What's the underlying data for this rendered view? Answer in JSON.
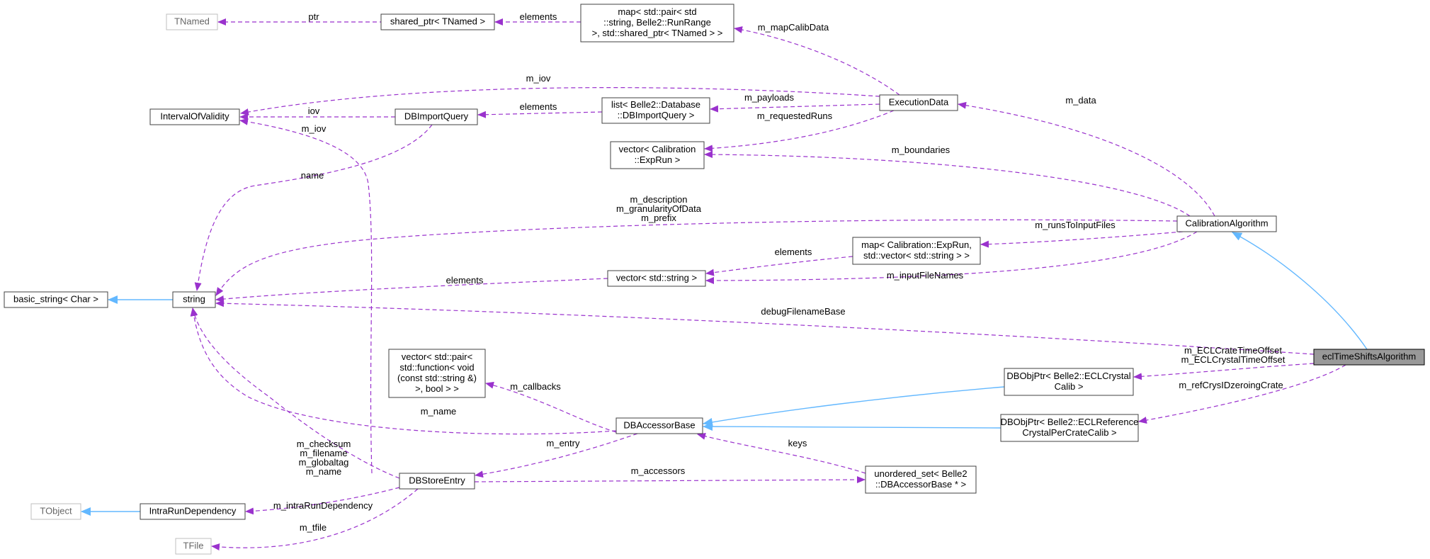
{
  "diagram": {
    "colors": {
      "usage": "#9a32cd",
      "inheritance": "#63b8ff",
      "focus_node": "#999999",
      "external_node_border": "#bfbfbf"
    },
    "nodes": {
      "TNamed": [
        "TNamed"
      ],
      "shared_ptr": [
        "shared_ptr< TNamed >"
      ],
      "map_runrange": [
        "map< std::pair< std",
        "::string, Belle2::RunRange",
        ">, std::shared_ptr< TNamed > >"
      ],
      "IntervalOfValidity": [
        "IntervalOfValidity"
      ],
      "DBImportQuery": [
        "DBImportQuery"
      ],
      "list_dbimport": [
        "list< Belle2::Database",
        "::DBImportQuery >"
      ],
      "ExecutionData": [
        "ExecutionData"
      ],
      "vector_exprun": [
        "vector< Calibration",
        "::ExpRun >"
      ],
      "CalibrationAlgorithm": [
        "CalibrationAlgorithm"
      ],
      "map_exprun": [
        "map< Calibration::ExpRun,",
        "std::vector< std::string > >"
      ],
      "vector_string": [
        "vector< std::string >"
      ],
      "basic_string": [
        "basic_string< Char >"
      ],
      "string": [
        "string"
      ],
      "eclTimeShiftsAlgorithm": [
        "eclTimeShiftsAlgorithm"
      ],
      "vector_pair_function": [
        "vector< std::pair<",
        "std::function< void",
        "(const std::string &)",
        ">, bool > >"
      ],
      "DBObjPtr_crystal": [
        "DBObjPtr< Belle2::ECLCrystal",
        "Calib >"
      ],
      "DBObjPtr_reference": [
        "DBObjPtr< Belle2::ECLReference",
        "CrystalPerCrateCalib >"
      ],
      "DBAccessorBase": [
        "DBAccessorBase"
      ],
      "unordered_set": [
        "unordered_set< Belle2",
        "::DBAccessorBase * >"
      ],
      "DBStoreEntry": [
        "DBStoreEntry"
      ],
      "TObject": [
        "TObject"
      ],
      "IntraRunDependency": [
        "IntraRunDependency"
      ],
      "TFile": [
        "TFile"
      ]
    },
    "edge_labels": {
      "ptr": [
        "ptr"
      ],
      "elements_shared": [
        "elements"
      ],
      "m_mapCalibData": [
        "m_mapCalibData"
      ],
      "m_iov_exec": [
        "m_iov"
      ],
      "iov": [
        "iov"
      ],
      "elements_dbimport": [
        "elements"
      ],
      "m_payloads": [
        "m_payloads"
      ],
      "m_requestedRuns": [
        "m_requestedRuns"
      ],
      "m_data": [
        "m_data"
      ],
      "m_boundaries": [
        "m_boundaries"
      ],
      "m_iov_store": [
        "m_iov"
      ],
      "name": [
        "name"
      ],
      "m_description": [
        "m_description",
        "m_granularityOfData",
        "m_prefix"
      ],
      "m_runsToInputFiles": [
        "m_runsToInputFiles"
      ],
      "elements_map": [
        "elements"
      ],
      "elements_vecstr": [
        "elements"
      ],
      "m_inputFileNames": [
        "m_inputFileNames"
      ],
      "debugFilenameBase": [
        "debugFilenameBase"
      ],
      "m_ECLCrate": [
        "m_ECLCrateTimeOffset",
        "m_ECLCrystalTimeOffset"
      ],
      "m_refCrys": [
        "m_refCrysIDzeroingCrate"
      ],
      "m_callbacks": [
        "m_callbacks"
      ],
      "m_name_acc": [
        "m_name"
      ],
      "keys": [
        "keys"
      ],
      "m_entry": [
        "m_entry"
      ],
      "m_checksum": [
        "m_checksum",
        "m_filename",
        "m_globaltag",
        "m_name"
      ],
      "m_accessors": [
        "m_accessors"
      ],
      "m_intraRunDependency": [
        "m_intraRunDependency"
      ],
      "m_tfile": [
        "m_tfile"
      ]
    }
  }
}
